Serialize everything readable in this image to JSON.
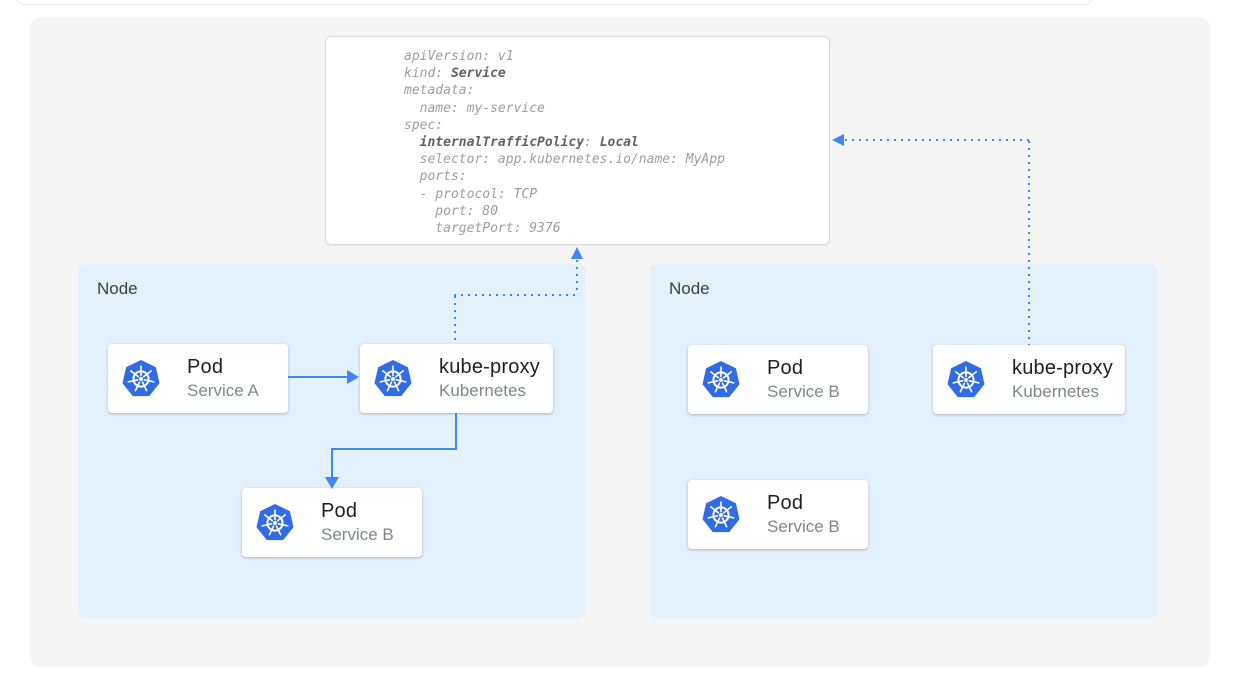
{
  "colors": {
    "accent": "#4285f4",
    "node_fill": "#e3f1fc",
    "canvas_fill": "#f5f5f6",
    "kubernetes_blue": "#326ce5",
    "code_text": "#9e9e9e",
    "code_bold_text": "#616161"
  },
  "yaml": {
    "lines": [
      {
        "pre": "apiVersion: v1"
      },
      {
        "pre": "kind: ",
        "bold": "Service"
      },
      {
        "pre": "metadata:"
      },
      {
        "pre": "  name: my-service"
      },
      {
        "pre": "spec:"
      },
      {
        "pre": "  ",
        "bold": "internalTrafficPolicy",
        "mid": ": ",
        "bold2": "Local"
      },
      {
        "pre": "  selector: app.kubernetes.io/name: MyApp"
      },
      {
        "pre": "  ports:"
      },
      {
        "pre": "  - protocol: TCP"
      },
      {
        "pre": "    port: 80"
      },
      {
        "pre": "    targetPort: 9376"
      }
    ]
  },
  "nodes": {
    "left": {
      "label": "Node"
    },
    "right": {
      "label": "Node"
    }
  },
  "cards": {
    "pod_a": {
      "title": "Pod",
      "subtitle": "Service A"
    },
    "kp_left": {
      "title": "kube-proxy",
      "subtitle": "Kubernetes"
    },
    "pod_b_left": {
      "title": "Pod",
      "subtitle": "Service B"
    },
    "pod_b1_right": {
      "title": "Pod",
      "subtitle": "Service B"
    },
    "kp_right": {
      "title": "kube-proxy",
      "subtitle": "Kubernetes"
    },
    "pod_b2_right": {
      "title": "Pod",
      "subtitle": "Service B"
    }
  }
}
